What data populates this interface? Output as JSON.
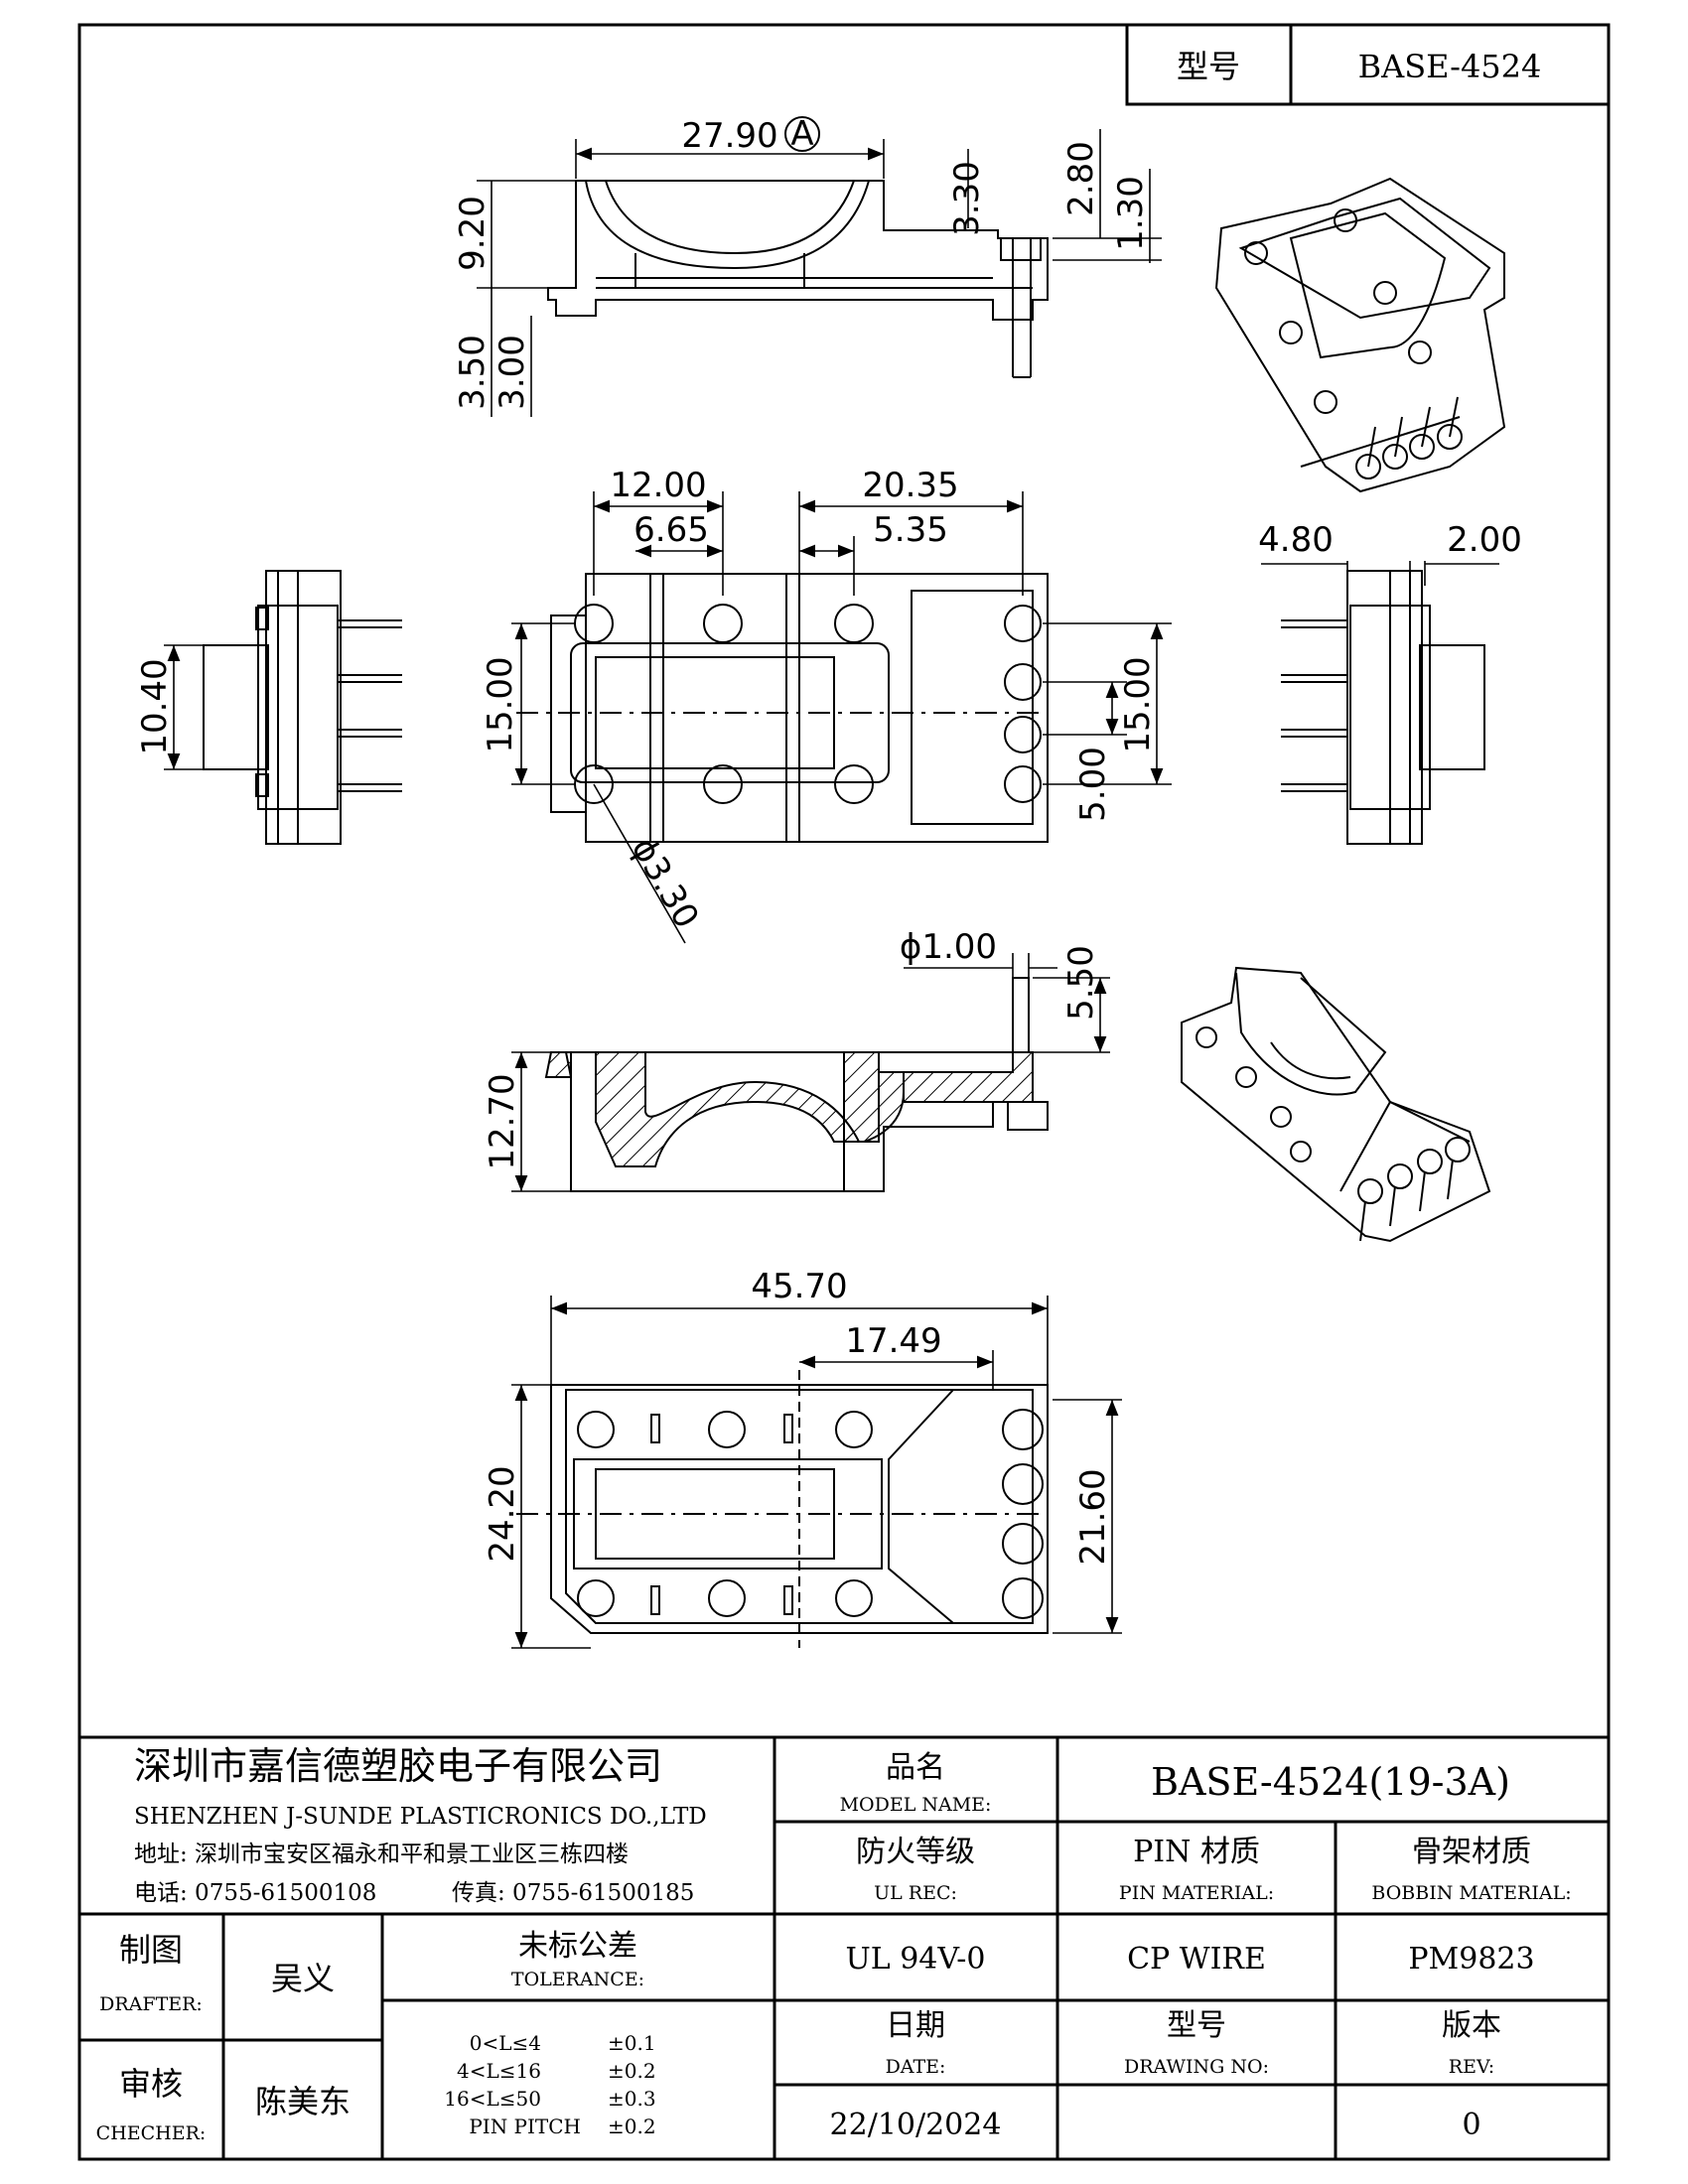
{
  "header": {
    "model_label": "型号",
    "model_value": "BASE-4524"
  },
  "dims": {
    "top_width": "27.90",
    "circle_a": "A",
    "top_h1": "3.30",
    "top_h2": "2.80",
    "top_h3": "1.30",
    "top_left_h": "9.20",
    "top_base_1": "3.50",
    "top_base_2": "3.00",
    "plan_left_w": "12.00",
    "plan_left_w2": "6.65",
    "plan_right_w": "20.35",
    "plan_right_w2": "5.35",
    "plan_left_h": "15.00",
    "plan_right_h": "15.00",
    "plan_pitch": "5.00",
    "plan_hole": "ϕ3.30",
    "side_left_h": "10.40",
    "side_right_w1": "4.80",
    "side_right_w2": "2.00",
    "pin_dia": "ϕ1.00",
    "pin_len": "5.50",
    "section_h": "12.70",
    "bottom_w": "45.70",
    "bottom_w2": "17.49",
    "bottom_h_left": "24.20",
    "bottom_h_right": "21.60"
  },
  "title_block": {
    "company_cn": "深圳市嘉信德塑胶电子有限公司",
    "company_en": "SHENZHEN J-SUNDE PLASTICRONICS DO.,LTD",
    "address": "地址: 深圳市宝安区福永和平和景工业区三栋四楼",
    "phone": "电话: 0755-61500108",
    "fax": "传真: 0755-61500185",
    "model_name_cn": "品名",
    "model_name_en": "MODEL NAME:",
    "model_name_value": "BASE-4524(19-3A)",
    "ul_cn": "防火等级",
    "ul_en": "UL REC:",
    "ul_value": "UL 94V-0",
    "pin_cn": "PIN 材质",
    "pin_en": "PIN MATERIAL:",
    "pin_value": "CP WIRE",
    "bobbin_cn": "骨架材质",
    "bobbin_en": "BOBBIN MATERIAL:",
    "bobbin_value": "PM9823",
    "drafter_cn": "制图",
    "drafter_en": "DRAFTER:",
    "drafter_name": "吴义",
    "checker_cn": "审核",
    "checker_en": "CHECHER:",
    "checker_name": "陈美东",
    "tolerance_cn": "未标公差",
    "tolerance_en": "TOLERANCE:",
    "tolerances": [
      {
        "range": "0<L≤4",
        "value": "±0.1"
      },
      {
        "range": "4<L≤16",
        "value": "±0.2"
      },
      {
        "range": "16<L≤50",
        "value": "±0.3"
      },
      {
        "range": "PIN PITCH",
        "value": "±0.2"
      }
    ],
    "date_cn": "日期",
    "date_en": "DATE:",
    "date_value": "22/10/2024",
    "drawing_cn": "型号",
    "drawing_en": "DRAWING NO:",
    "drawing_value": "",
    "rev_cn": "版本",
    "rev_en": "REV:",
    "rev_value": "0"
  }
}
